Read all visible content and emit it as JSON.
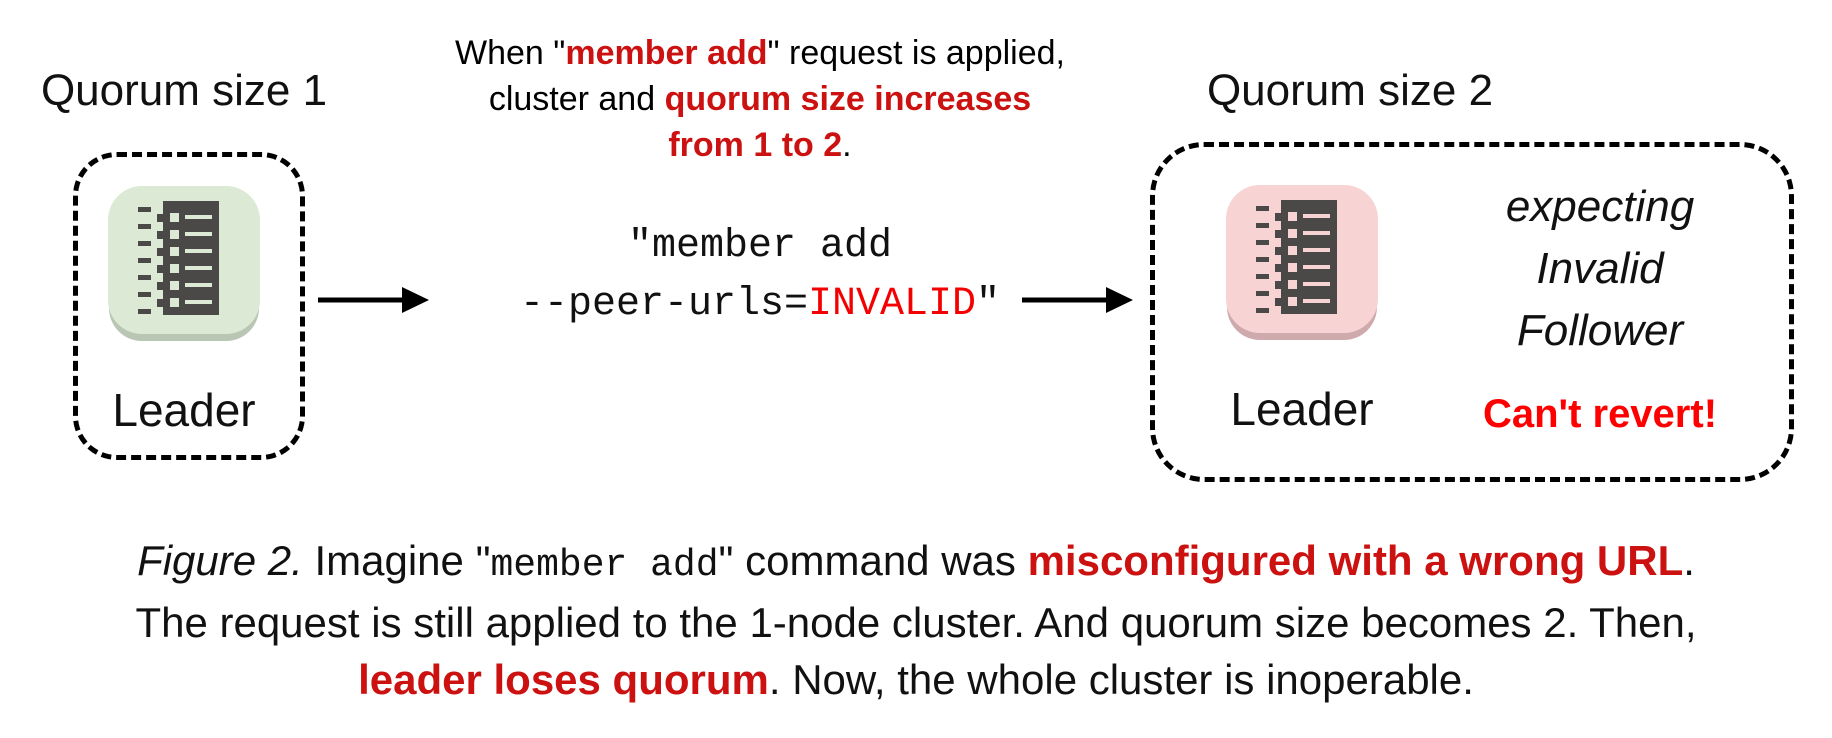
{
  "colors": {
    "dark_red": "#cc1111",
    "bright_red": "#ff0000",
    "command_red": "#f50000",
    "tile_green": "#dbe9d5",
    "tile_green_shadow": "#b9c6b3",
    "tile_pink": "#f8d3d3",
    "tile_pink_shadow": "#cfaaad",
    "glyph_dark": "#4a4947"
  },
  "left_cluster": {
    "title": "Quorum size 1",
    "node_label": "Leader",
    "icon": "server-list-icon"
  },
  "transition": {
    "headline": {
      "seg1": "When \"",
      "seg2_red": "member add",
      "seg3": "\" request is applied,",
      "seg4": "cluster and ",
      "seg5_red": "quorum size increases",
      "seg6_red": "from 1 to 2",
      "seg7": "."
    },
    "command": {
      "line1": "\"member add",
      "line2_black": "--peer-urls=",
      "line2_red": "INVALID",
      "line2_end": "\""
    }
  },
  "right_cluster": {
    "title": "Quorum size 2",
    "node_label": "Leader",
    "expecting_lines": {
      "0": "expecting",
      "1": "Invalid",
      "2": "Follower"
    },
    "warning": "Can't revert!"
  },
  "caption": {
    "figure_label": "Figure 2.",
    "line1_pre": " Imagine ",
    "line1_quote_open": "\"",
    "line1_code": "member add",
    "line1_quote_close": "\"",
    "line1_mid": " command was ",
    "line1_red": "misconfigured with a wrong URL",
    "line1_end": ".",
    "line2": "The request is still applied to the 1-node cluster. And quorum size becomes 2. Then,",
    "line3_red": "leader loses quorum",
    "line3_end": ". Now, the whole cluster is inoperable."
  }
}
